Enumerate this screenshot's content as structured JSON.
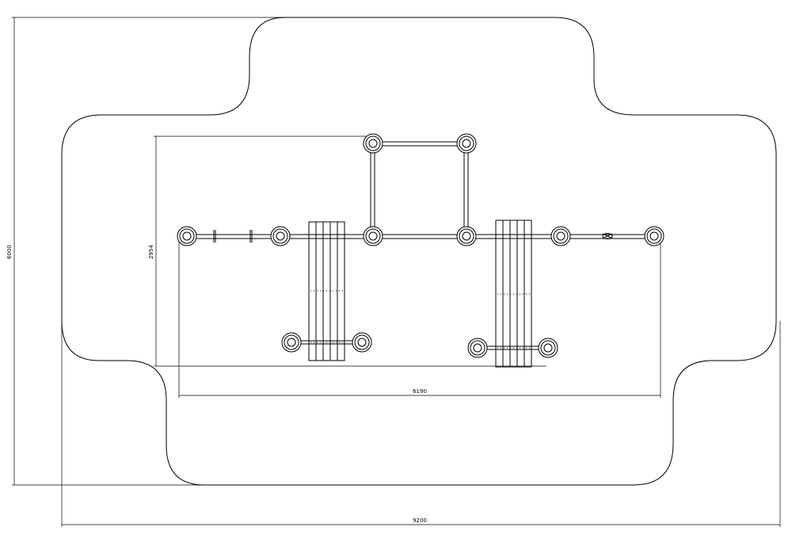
{
  "dimensions": {
    "overall_width": "9200",
    "overall_height": "6000",
    "equipment_width": "6190",
    "equipment_depth": "2954"
  }
}
